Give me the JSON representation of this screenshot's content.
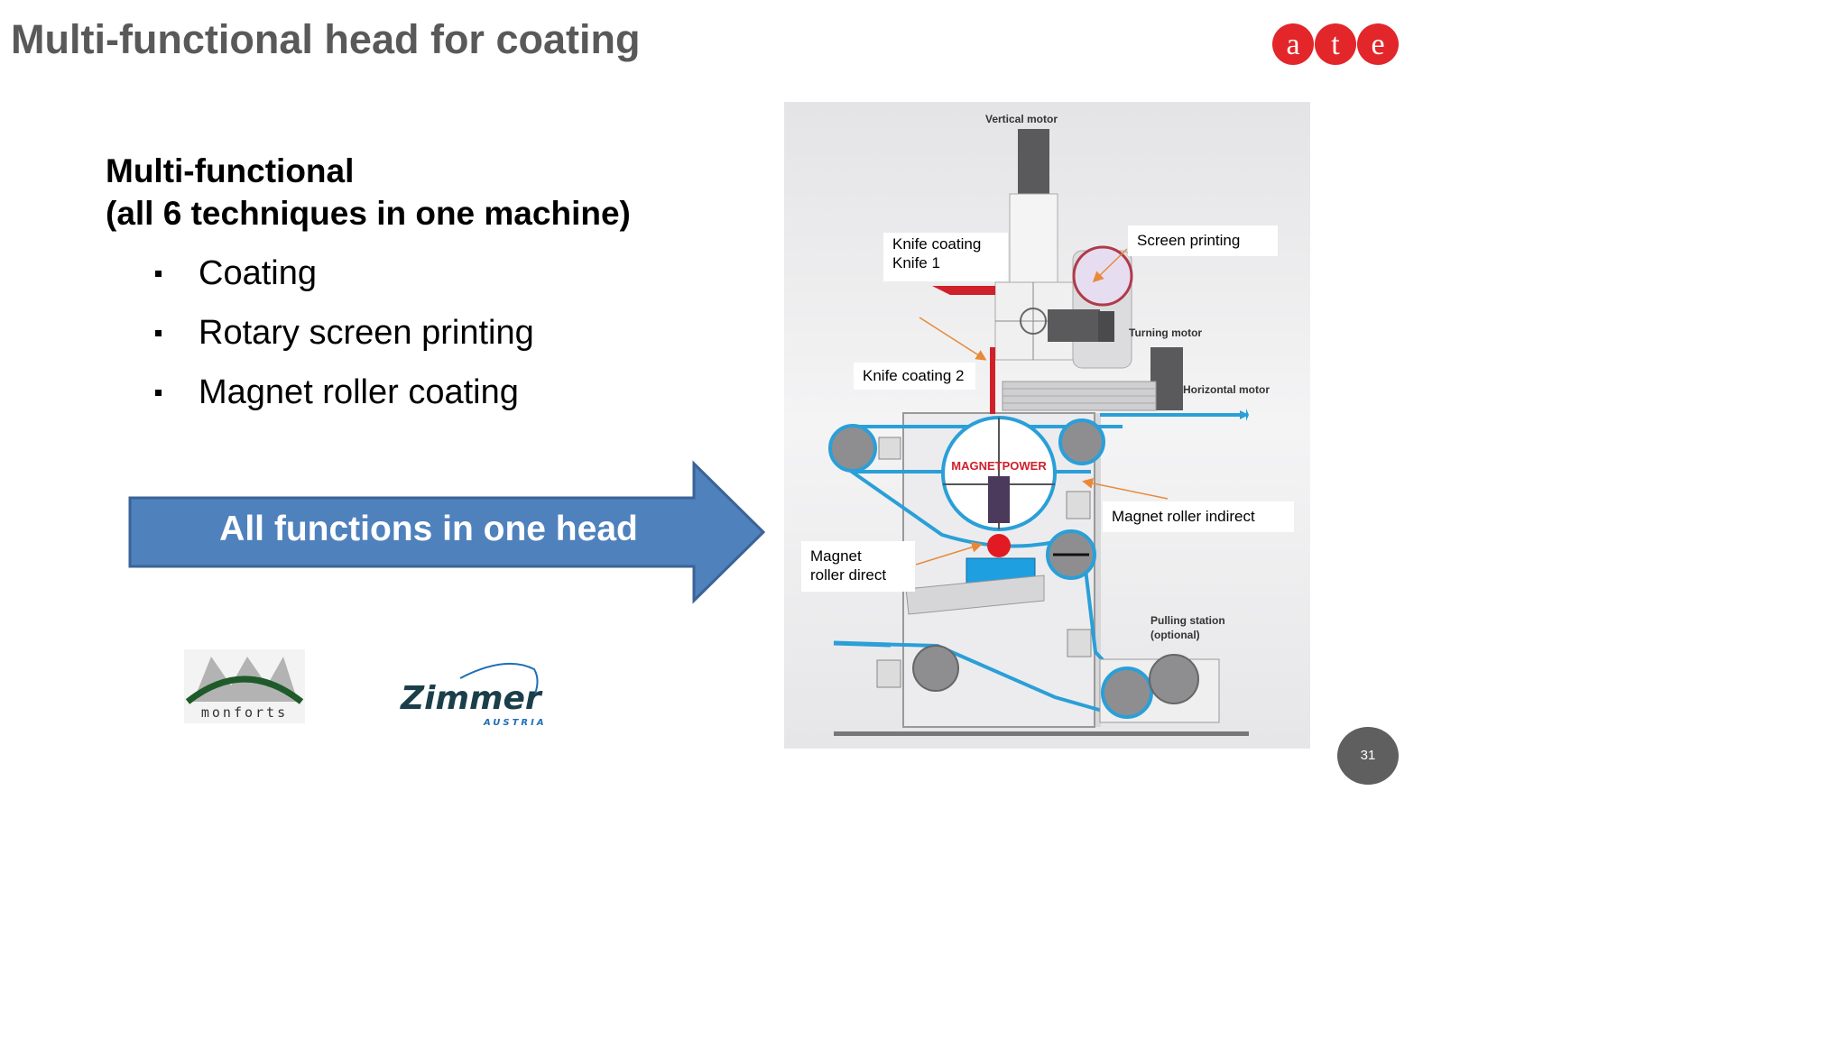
{
  "slide": {
    "title": "Multi-functional head for coating",
    "page_number": "31"
  },
  "content": {
    "heading_line1": "Multi-functional",
    "heading_line2": "(all 6 techniques in one machine)",
    "bullets": [
      "Coating",
      "Rotary screen printing",
      "Magnet roller coating"
    ]
  },
  "arrow": {
    "label": "All functions in one head",
    "color": "#4f81bd"
  },
  "logos": {
    "ate": {
      "letters": [
        "a",
        "t",
        "e"
      ],
      "color": "#e2262a"
    },
    "monforts": {
      "text": "monforts"
    },
    "zimmer": {
      "text": "Zimmer",
      "subtext": "AUSTRIA"
    }
  },
  "diagram": {
    "labels": {
      "vertical_motor": "Vertical motor",
      "turning_motor": "Turning motor",
      "horizontal_motor": "Horizontal motor",
      "pulling_station_1": "Pulling station",
      "pulling_station_2": "(optional)",
      "magnetpower": "MAGNETPOWER"
    },
    "callouts": {
      "knife_coating_1_line1": "Knife coating",
      "knife_coating_1_line2": "Knife 1",
      "screen_printing": "Screen printing",
      "knife_coating_2": "Knife coating 2",
      "magnet_roller_indirect": "Magnet roller indirect",
      "magnet_roller_direct_line1": "Magnet",
      "magnet_roller_direct_line2": "roller direct"
    },
    "colors": {
      "belt": "#2a9fd8",
      "accent_red": "#d0202a",
      "pointer": "#e8893a"
    }
  }
}
